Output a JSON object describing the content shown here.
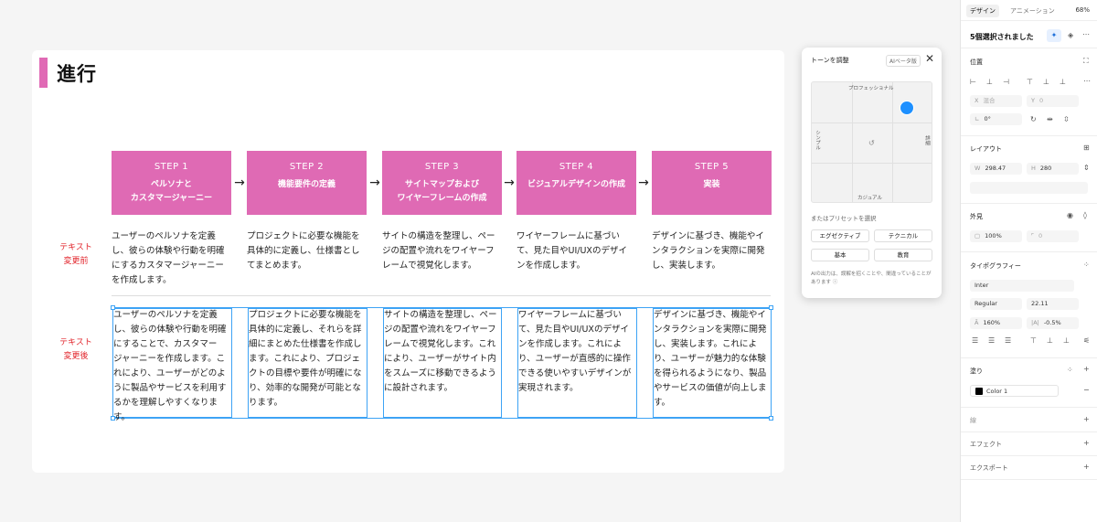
{
  "canvas": {
    "title": "進行",
    "steps": [
      {
        "num": "STEP 1",
        "name": "ペルソナと\nカスタマージャーニー"
      },
      {
        "num": "STEP 2",
        "name": "機能要件の定義"
      },
      {
        "num": "STEP 3",
        "name": "サイトマップおよび\nワイヤーフレームの作成"
      },
      {
        "num": "STEP 4",
        "name": "ビジュアルデザインの作成"
      },
      {
        "num": "STEP 5",
        "name": "実装"
      }
    ],
    "arrow": "→",
    "labels": {
      "before": "テキスト\n変更前",
      "after": "テキスト\n変更後"
    },
    "before": [
      "ユーザーのペルソナを定義\nし、彼らの体験や行動を明確\nにするカスタマージャーニー\nを作成します。",
      "プロジェクトに必要な機能を\n具体的に定義し、仕様書とし\nてまとめます。",
      "サイトの構造を整理し、ペー\nジの配置や流れをワイヤーフ\nレームで視覚化します。",
      "ワイヤーフレームに基づい\nて、見た目やUI/UXのデザイ\nンを作成します。",
      "デザインに基づき、機能やイ\nンタラクションを実際に開発\nし、実装します。"
    ],
    "after": [
      "ユーザーのペルソナを定義\nし、彼らの体験や行動を明確\nにすることで、カスタマー\nジャーニーを作成します。こ\nれにより、ユーザーがどのよ\nうに製品やサービスを利用す\nるかを理解しやすくなりま\nす。",
      "プロジェクトに必要な機能を\n具体的に定義し、それらを詳\n細にまとめた仕様書を作成し\nます。これにより、プロジェ\nクトの目標や要件が明確にな\nり、効率的な開発が可能とな\nります。",
      "サイトの構造を整理し、ペー\nジの配置や流れをワイヤーフ\nレームで視覚化します。これ\nにより、ユーザーがサイト内\nをスムーズに移動できるよう\nに設計されます。",
      "ワイヤーフレームに基づい\nて、見た目やUI/UXのデザイ\nンを作成します。これによ\nり、ユーザーが直感的に操作\nできる使いやすいデザインが\n実現されます。",
      "デザインに基づき、機能やイ\nンタラクションを実際に開発\nし、実装します。これによ\nり、ユーザーが魅力的な体験\nを得られるようになり、製品\nやサービスの価値が向上しま\nす。"
    ]
  },
  "tone": {
    "title": "トーンを調整",
    "badge": "AIベータ版",
    "close": "✕",
    "axis_top": "プロフェッショナル",
    "axis_bottom": "カジュアル",
    "axis_left": "シンプル",
    "axis_right": "詳細",
    "reset": "↺",
    "presets_label": "またはプリセットを選択",
    "presets": [
      "エグゼクティブ",
      "テクニカル",
      "基本",
      "教育"
    ],
    "note": "AIの出力は、誤解を招くことや、間違っていることがあります ⓘ"
  },
  "panel": {
    "tabs": [
      "デザイン",
      "アニメーション"
    ],
    "zoom": "68%",
    "selected": "5個選択されました",
    "position": {
      "title": "位置",
      "x_label": "X",
      "x_value": "混合",
      "y_label": "Y",
      "y_value": "0",
      "rotation": "0°"
    },
    "layout": {
      "title": "レイアウト",
      "w_label": "W",
      "w_value": "298.47",
      "h_label": "H",
      "h_value": "280"
    },
    "appearance": {
      "title": "外見",
      "opacity": "100%",
      "radius": "0"
    },
    "typography": {
      "title": "タイポグラフィー",
      "font": "Inter",
      "weight": "Regular",
      "size": "22.11",
      "line_height": "160%",
      "letter_spacing": "-0.5%"
    },
    "fill": {
      "title": "塗り",
      "color_name": "Color 1",
      "color": "#000000"
    },
    "stroke_title": "線",
    "effects_title": "エフェクト",
    "export_title": "エクスポート"
  }
}
